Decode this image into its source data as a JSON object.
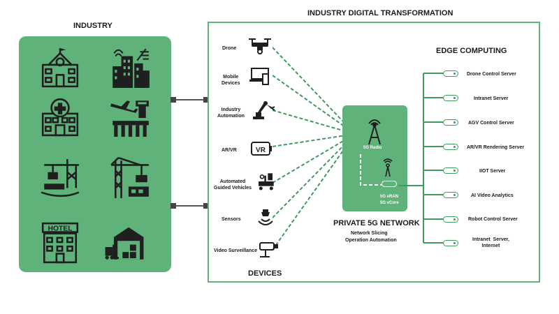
{
  "industry": {
    "title": "INDUSTRY",
    "icons": [
      "school-icon",
      "city-buildings-icon",
      "hospital-icon",
      "airport-icon",
      "port-crane-icon",
      "construction-crane-icon",
      "hotel-icon",
      "warehouse-forklift-icon"
    ],
    "hotel_sign": "HOTEL"
  },
  "transformation": {
    "title": "INDUSTRY DIGITAL TRANSFORMATION"
  },
  "devices": {
    "title": "DEVICES",
    "items": [
      {
        "label": "Drone",
        "icon": "drone-icon"
      },
      {
        "label": "Mobile\nDevices",
        "icon": "laptop-phone-icon"
      },
      {
        "label": "Industry\nAutomation",
        "icon": "robot-arm-icon"
      },
      {
        "label": "AR/VR",
        "icon": "vr-headset-icon"
      },
      {
        "label": "Automated\nGuided Vehicles",
        "icon": "agv-icon"
      },
      {
        "label": "Sensors",
        "icon": "sensor-icon"
      },
      {
        "label": "Video Surveillance",
        "icon": "camera-icon"
      }
    ],
    "vr_text": "VR"
  },
  "network": {
    "title": "PRIVATE 5G NETWORK",
    "radio_label": "5G Radio",
    "vran_label": "5G vRAN",
    "vcore_label": "5G vCore",
    "subtitle_1": "Network Slicing",
    "subtitle_2": "Operation Automation"
  },
  "edge": {
    "title": "EDGE COMPUTING",
    "servers": [
      "Drone Control Server",
      "Intranet Server",
      "AGV Control Server",
      "AR/VR Rendering Server",
      "IIOT Server",
      "AI Video Analytics",
      "Robot Control Server",
      "Intranet  Server,\nInternet"
    ]
  },
  "colors": {
    "green": "#5fb27a",
    "dark_green": "#3e9a5e",
    "icon_dark": "#1f1f1f",
    "connector_gray": "#555555"
  }
}
